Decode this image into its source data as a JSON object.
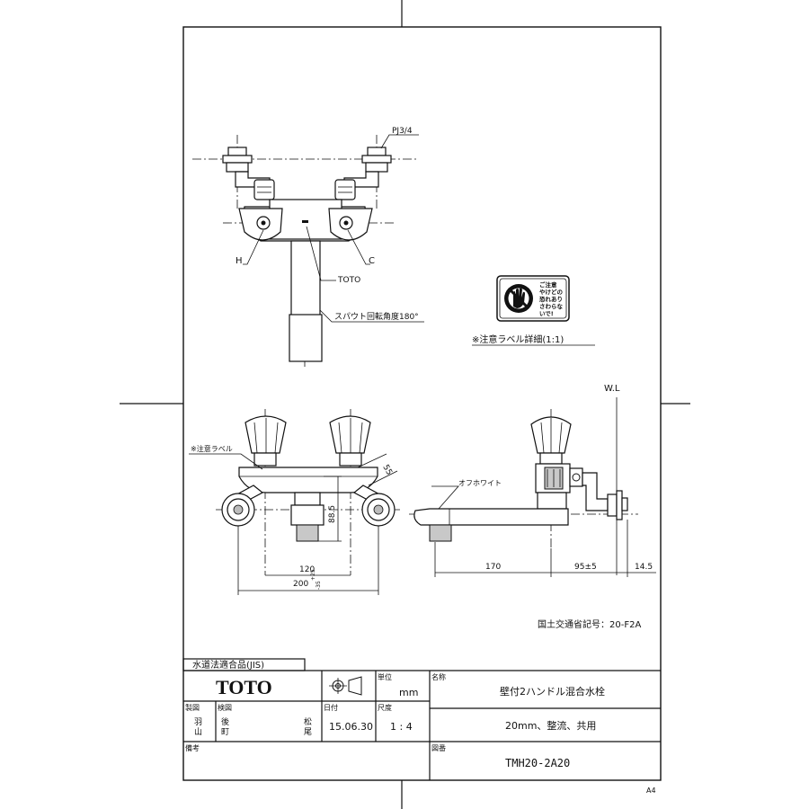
{
  "drawing": {
    "upper_view": {
      "thread_label": "PJ3/4",
      "hot_label": "H",
      "cold_label": "C",
      "brand_mark_label": "TOTO",
      "spout_rotation_label": "スパウト回転角度180°"
    },
    "caution_label": {
      "icon": "no-touch-hand-icon",
      "text_lines": [
        "ご注意",
        "やけどの",
        "恐れあり",
        "さわらな",
        "いで!"
      ],
      "detail_caption": "※注意ラベル詳細(1:1)"
    },
    "front_view": {
      "caution_label_pointer": "※注意ラベル",
      "dim_55": "55",
      "dim_88_5": "88.5",
      "dim_120": "120",
      "dim_200_value": "200",
      "dim_200_tol_upper": "+25",
      "dim_200_tol_lower": "-35"
    },
    "side_view": {
      "water_line_label": "W.L",
      "finish_label": "オフホワイト",
      "dim_170": "170",
      "dim_95": "95±5",
      "dim_14_5": "14.5"
    },
    "approval_code": "国土交通省記号：20-F2A",
    "sheet_size": "A4"
  },
  "title_block": {
    "standard": "水道法適合品(JIS)",
    "brand": "TOTO",
    "projection_symbol": "third-angle-projection-icon",
    "unit_header": "単位",
    "unit_value": "mm",
    "name_header": "名称",
    "product_name": "壁付2ハンドル混合水栓",
    "drawn_header": "製図",
    "drawn_name": [
      "羽",
      "山"
    ],
    "checked_header": "検図",
    "checked_name_left": [
      "後",
      "町"
    ],
    "checked_name_right": [
      "松",
      "尾"
    ],
    "date_header": "日付",
    "date_value": "15.06.30",
    "scale_header": "尺度",
    "scale_value": "1 : 4",
    "spec": "20mm、整流、共用",
    "remarks_header": "備考",
    "drawing_no_header": "図番",
    "drawing_no": "TMH20-2A20"
  }
}
